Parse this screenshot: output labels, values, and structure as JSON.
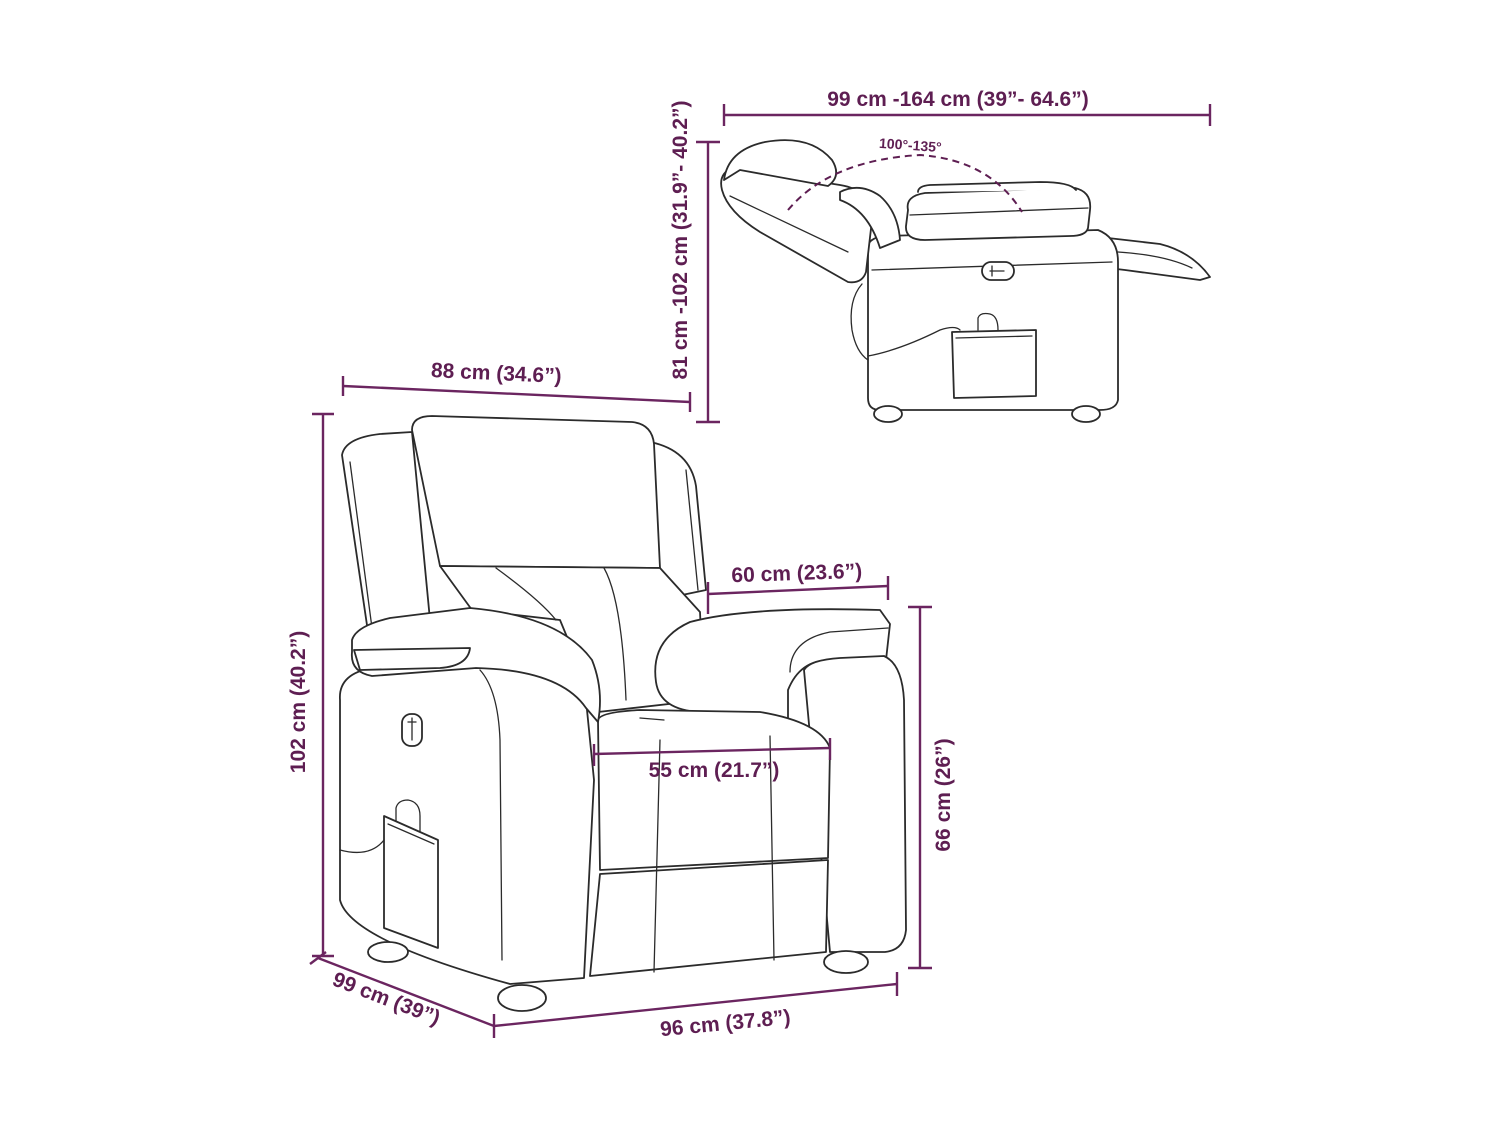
{
  "dimensions": {
    "side_length": "99 cm -164 cm (39”- 64.6”)",
    "side_height": "81 cm -102 cm (31.9”- 40.2”)",
    "recline_angle": "100°-135°",
    "front_width_top": "88 cm (34.6”)",
    "front_height": "102 cm (40.2”)",
    "seat_depth": "60 cm (23.6”)",
    "seat_width": "55 cm (21.7”)",
    "armrest_height": "66 cm (26”)",
    "base_depth": "99 cm (39”)",
    "base_width": "96 cm (37.8”)"
  },
  "colors": {
    "dimension": "#5e1e52",
    "outline": "#2b2b2b",
    "background": "#ffffff"
  }
}
